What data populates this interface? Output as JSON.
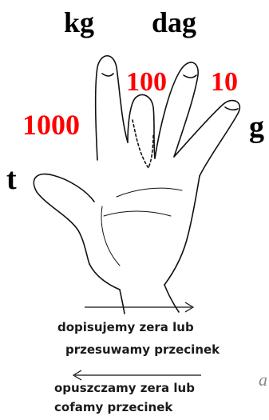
{
  "units": {
    "kg": "kg",
    "dag": "dag",
    "t": "t",
    "g": "g"
  },
  "factors": {
    "t_to_kg": "1000",
    "kg_to_dag": "100",
    "dag_to_g": "10"
  },
  "captions": {
    "right_line1": "dopisujemy zera lub",
    "right_line2": "przesuwamy przecinek",
    "left_line1": "opuszczamy zera lub",
    "left_line2": "cofamy przecinek"
  },
  "stray_glyph": "a",
  "colors": {
    "factor_red": "#ff0000",
    "ink": "#000000",
    "caption_ink": "#1a1a1a"
  }
}
